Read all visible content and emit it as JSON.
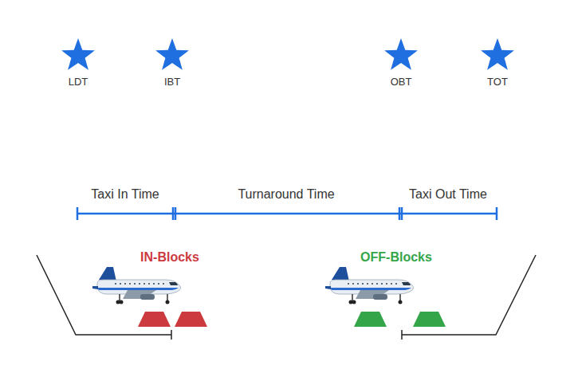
{
  "diagram": {
    "labels": [
      "LDT",
      "IBT",
      "OBT",
      "TOT",
      "Taxi In Time",
      "Turnaround Time",
      "Taxi Out Time",
      "IN-Blocks",
      "OFF-Blocks"
    ]
  }
}
